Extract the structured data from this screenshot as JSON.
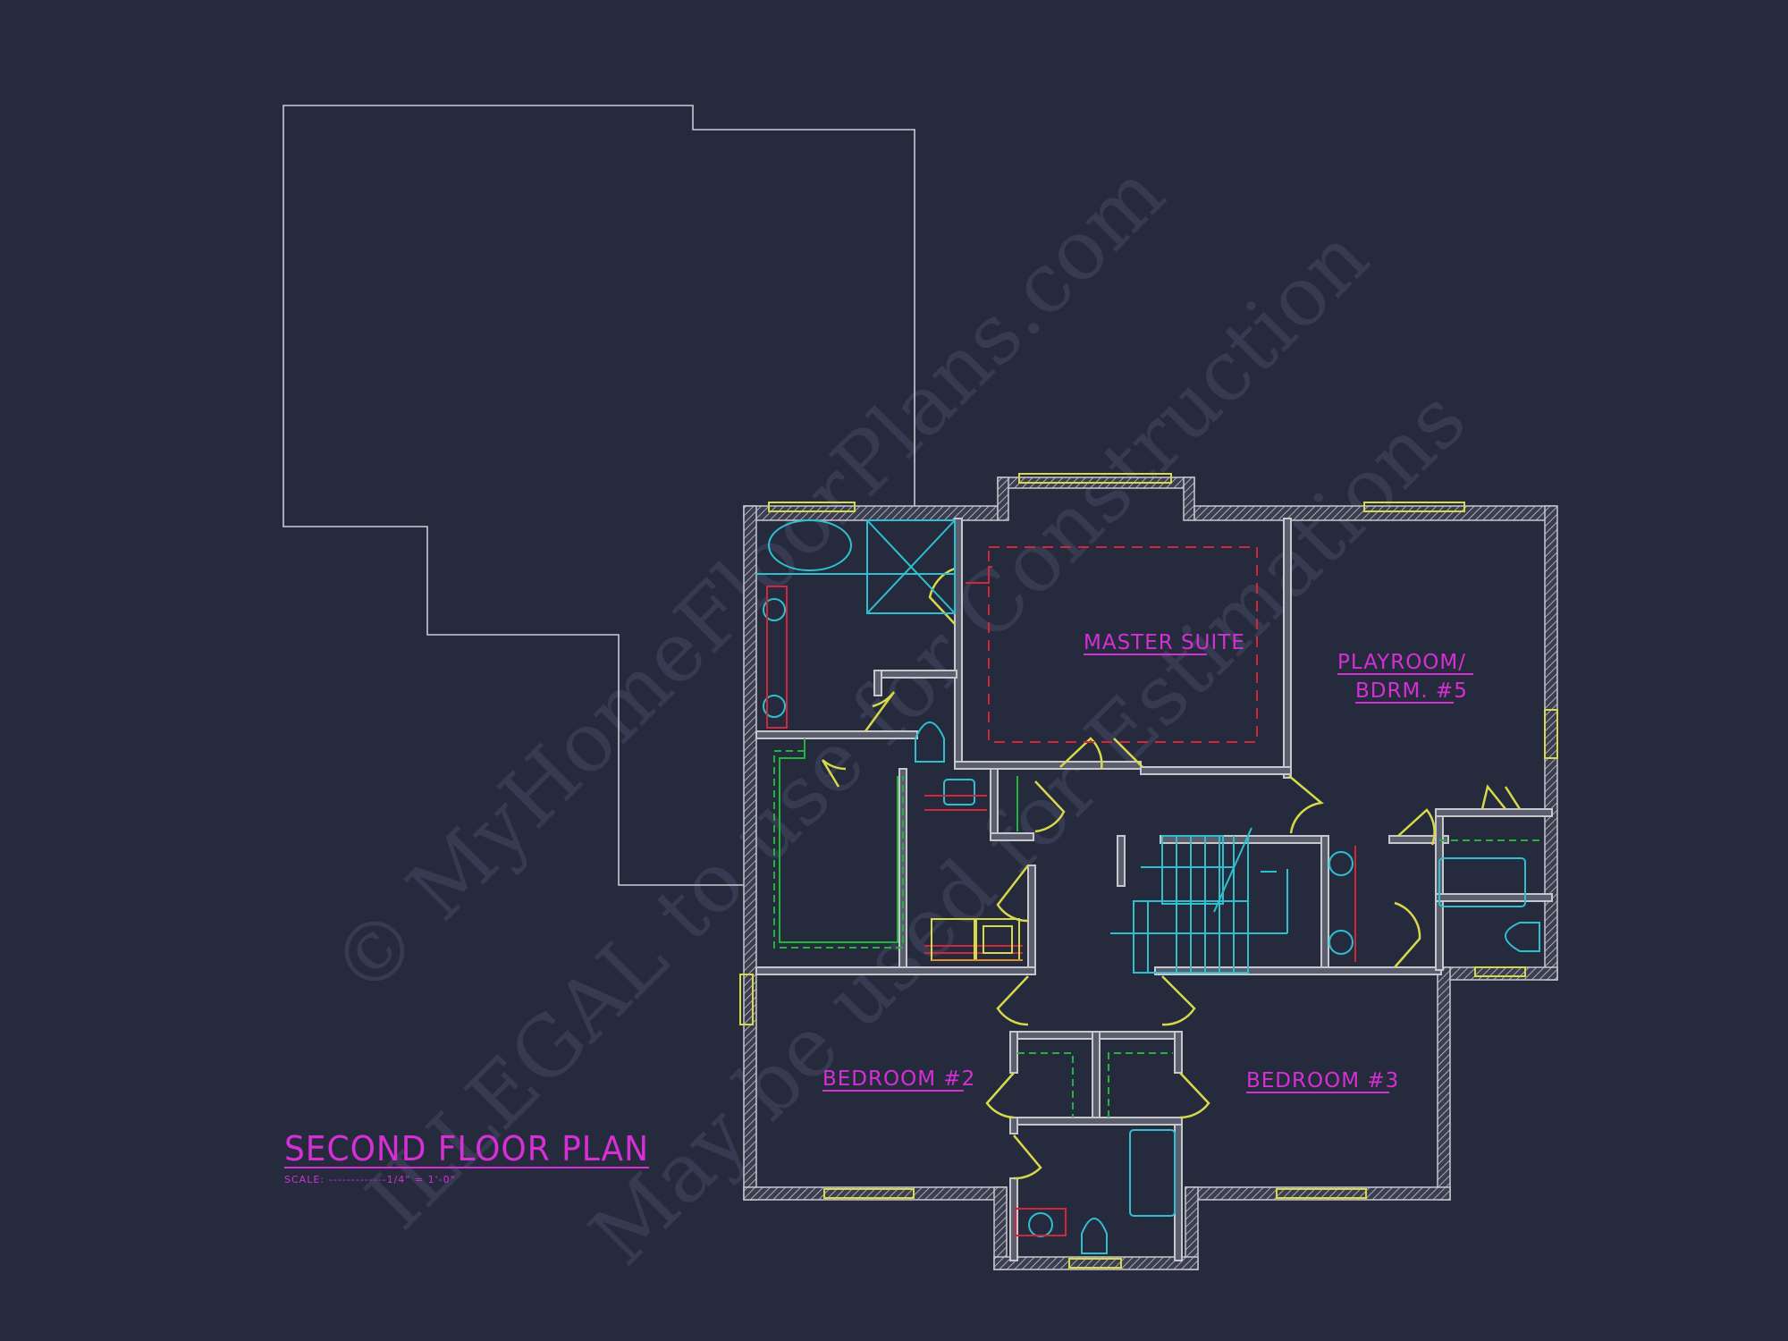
{
  "drawing": {
    "title": "SECOND FLOOR PLAN",
    "scale_label": "SCALE:",
    "scale_value": "-------------1/4\" = 1'-0\""
  },
  "rooms": [
    {
      "id": "master-suite",
      "label": "MASTER SUITE"
    },
    {
      "id": "playroom",
      "label_line1": "PLAYROOM/",
      "label_line2": "BDRM. #5"
    },
    {
      "id": "bedroom-2",
      "label": "BEDROOM #2"
    },
    {
      "id": "bedroom-3",
      "label": "BEDROOM #3"
    }
  ],
  "watermarks": [
    "© MyHomeFloorPlans.com",
    "ILLEGAL to use for Construction",
    "May be used for Estimations"
  ],
  "colors": {
    "background": "#252a3d",
    "label": "#d62fd6",
    "wall": "#c8c8cc",
    "window_door": "#d7d94a",
    "fixture": "#2fc0d0",
    "ceiling_line": "#d0283a",
    "shelf": "#22b33a",
    "outline": "#c9cbd6"
  }
}
